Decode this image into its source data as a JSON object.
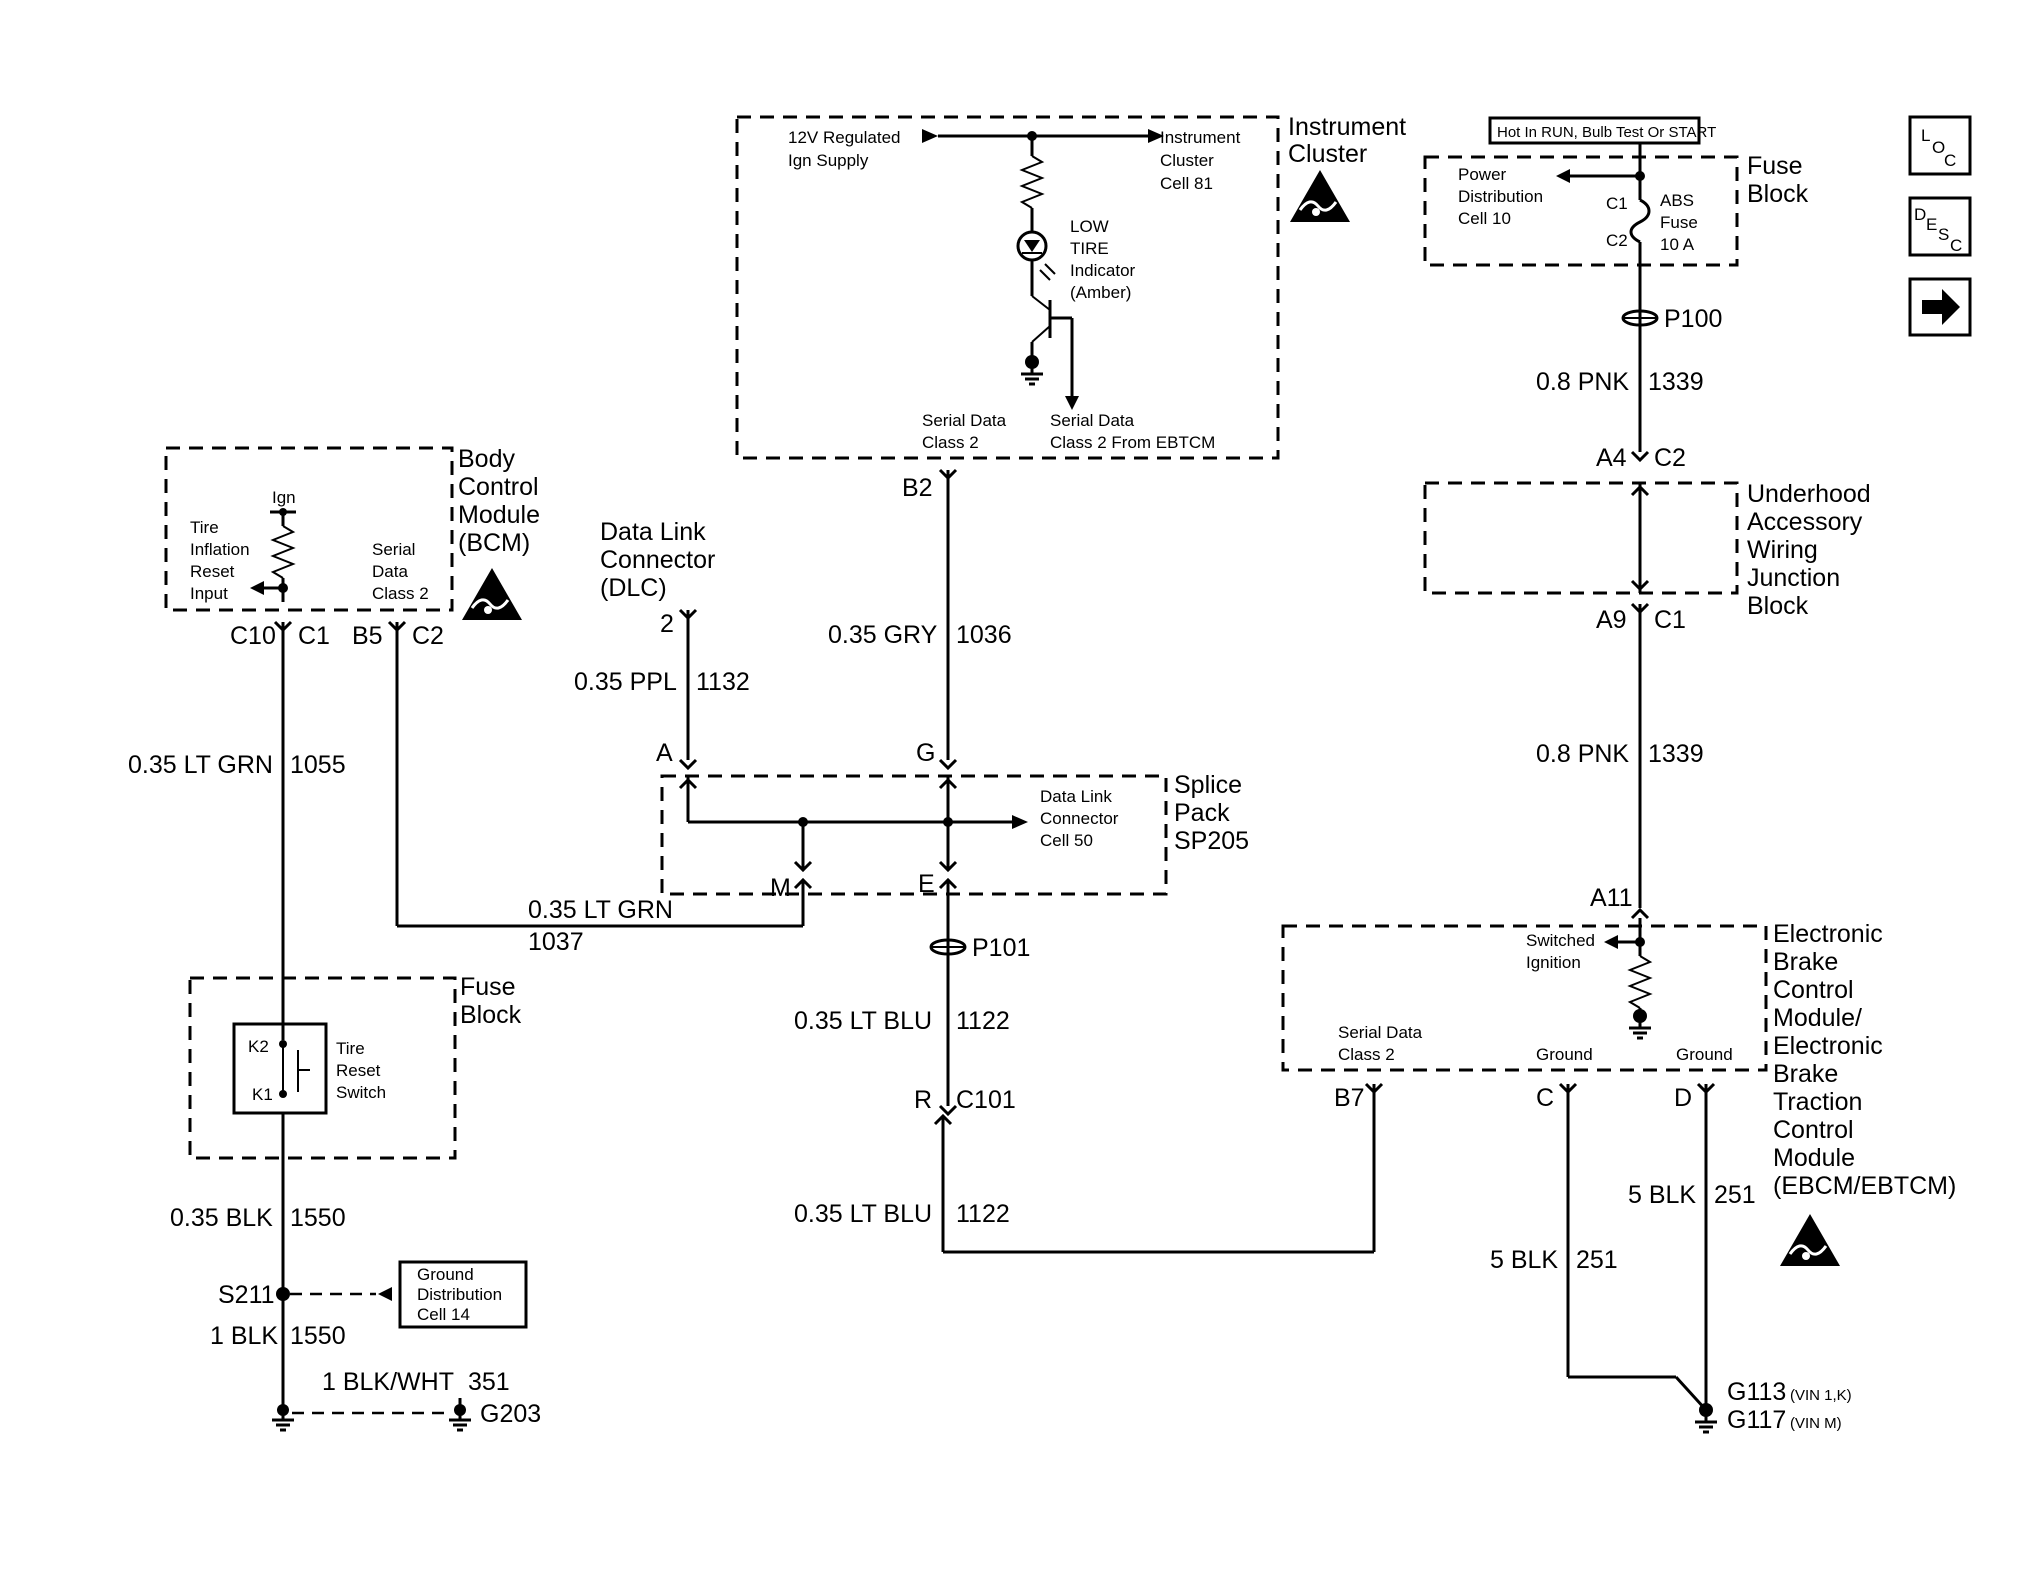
{
  "instrument_cluster": {
    "title": [
      "Instrument",
      "Cluster"
    ],
    "supply": [
      "12V Regulated",
      "Ign Supply"
    ],
    "to_cluster": [
      "Instrument",
      "Cluster",
      "Cell 81"
    ],
    "indicator": [
      "LOW",
      "TIRE",
      "Indicator",
      "(Amber)"
    ],
    "serial_data": [
      "Serial Data",
      "Class 2"
    ],
    "serial_from": [
      "Serial Data",
      "Class 2  From EBTCM"
    ],
    "pin": "B2"
  },
  "fuse_block_top": {
    "title": [
      "Fuse",
      "Block"
    ],
    "hot_label": "Hot In RUN, Bulb Test Or START",
    "power_dist": [
      "Power",
      "Distribution",
      "Cell 10"
    ],
    "fuse": [
      "ABS",
      "Fuse",
      "10 A"
    ],
    "c1": "C1",
    "c2": "C2"
  },
  "bcm": {
    "title": [
      "Body",
      "Control",
      "Module",
      "(BCM)"
    ],
    "ign": "Ign",
    "input": [
      "Tire",
      "Inflation",
      "Reset",
      "Input"
    ],
    "serial": [
      "Serial",
      "Data",
      "Class 2"
    ],
    "pins": {
      "c10": "C10",
      "c1": "C1",
      "b5": "B5",
      "c2": "C2"
    }
  },
  "dlc": {
    "title": [
      "Data Link",
      "Connector",
      "(DLC)"
    ],
    "pin": "2"
  },
  "splice_pack": {
    "title": [
      "Splice",
      "Pack",
      "SP205"
    ],
    "dlc_ref": [
      "Data Link",
      "Connector",
      "Cell 50"
    ],
    "pins": {
      "a": "A",
      "g": "G",
      "m": "M",
      "e": "E"
    }
  },
  "underhood": {
    "title": [
      "Underhood",
      "Accessory",
      "Wiring",
      "Junction",
      "Block"
    ],
    "pins": {
      "a4": "A4",
      "c2": "C2",
      "a9": "A9",
      "c1": "C1"
    }
  },
  "fuse_block_bottom": {
    "title": [
      "Fuse",
      "Block"
    ],
    "switch": [
      "Tire",
      "Reset",
      "Switch"
    ],
    "k2": "K2",
    "k1": "K1"
  },
  "ebcm": {
    "title": [
      "Electronic",
      "Brake",
      "Control",
      "Module/",
      "Electronic",
      "Brake",
      "Traction",
      "Control",
      "Module",
      "(EBCM/EBTCM)"
    ],
    "switched": [
      "Switched",
      "Ignition"
    ],
    "serial": [
      "Serial Data",
      "Class 2"
    ],
    "ground1": "Ground",
    "ground2": "Ground",
    "pins": {
      "a11": "A11",
      "b7": "B7",
      "c": "C",
      "d": "D"
    }
  },
  "ground_dist": {
    "text": [
      "Ground",
      "Distribution",
      "Cell 14"
    ]
  },
  "wires": {
    "w1036": {
      "gauge": "0.35 GRY",
      "circuit": "1036"
    },
    "w1132": {
      "gauge": "0.35 PPL",
      "circuit": "1132"
    },
    "w1055": {
      "gauge": "0.35 LT GRN",
      "circuit": "1055"
    },
    "w1037": {
      "gauge": "0.35 LT GRN",
      "circuit": "1037"
    },
    "w1122a": {
      "gauge": "0.35 LT BLU",
      "circuit": "1122"
    },
    "w1122b": {
      "gauge": "0.35 LT BLU",
      "circuit": "1122"
    },
    "w1339a": {
      "gauge": "0.8 PNK",
      "circuit": "1339"
    },
    "w1339b": {
      "gauge": "0.8 PNK",
      "circuit": "1339"
    },
    "w1550a": {
      "gauge": "0.35 BLK",
      "circuit": "1550"
    },
    "w1550b": {
      "gauge": "1 BLK",
      "circuit": "1550"
    },
    "w351": {
      "gauge": "1 BLK/WHT",
      "circuit": "351"
    },
    "w251a": {
      "gauge": "5 BLK",
      "circuit": "251"
    },
    "w251b": {
      "gauge": "5 BLK",
      "circuit": "251"
    }
  },
  "connectors": {
    "p100": "P100",
    "p101": "P101",
    "c101_r": "R",
    "c101": "C101",
    "s211": "S211",
    "g203": "G203",
    "g113": "G113",
    "g113_note": "(VIN 1,K)",
    "g117": "G117",
    "g117_note": "(VIN M)"
  },
  "side_icons": {
    "loc": {
      "main": "L",
      "sub": "O",
      "sub2": "C"
    },
    "desc": {
      "main": "D",
      "sub": "E",
      "sub2": "S",
      "sub3": "C"
    }
  }
}
